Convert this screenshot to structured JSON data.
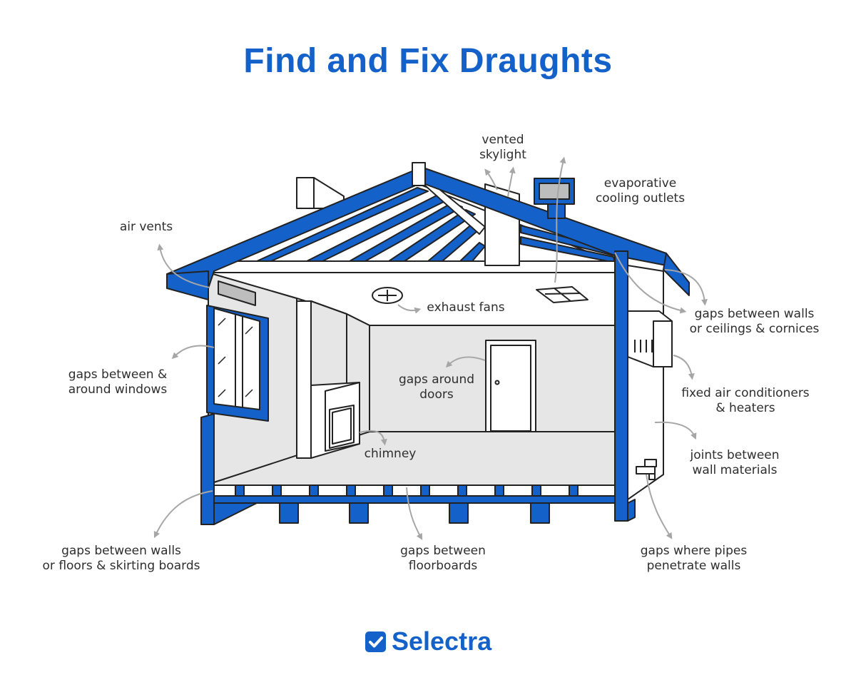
{
  "title": "Find and Fix Draughts",
  "labels": {
    "vented_skylight": "vented\nskylight",
    "evaporative_cooling": "evaporative\ncooling outlets",
    "air_vents": "air vents",
    "exhaust_fans": "exhaust fans",
    "gaps_walls_ceilings": "gaps between walls\nor ceilings & cornices",
    "gaps_windows": "gaps between &\naround windows",
    "gaps_doors": "gaps around\ndoors",
    "fixed_air_conditioners": "fixed air conditioners\n& heaters",
    "chimney": "chimney",
    "joints_wall_materials": "joints between\nwall materials",
    "gaps_walls_floors": "gaps between walls\nor floors & skirting boards",
    "gaps_floorboards": "gaps between\nfloorboards",
    "gaps_pipes": "gaps where pipes\npenetrate walls"
  },
  "brand": {
    "name": "Selectra"
  },
  "colors": {
    "primary_blue": "#1462c9",
    "wall_gray": "#e6e6e6",
    "outline": "#222222",
    "arrow_gray": "#a6a6a6",
    "text": "#2e2e2e"
  }
}
